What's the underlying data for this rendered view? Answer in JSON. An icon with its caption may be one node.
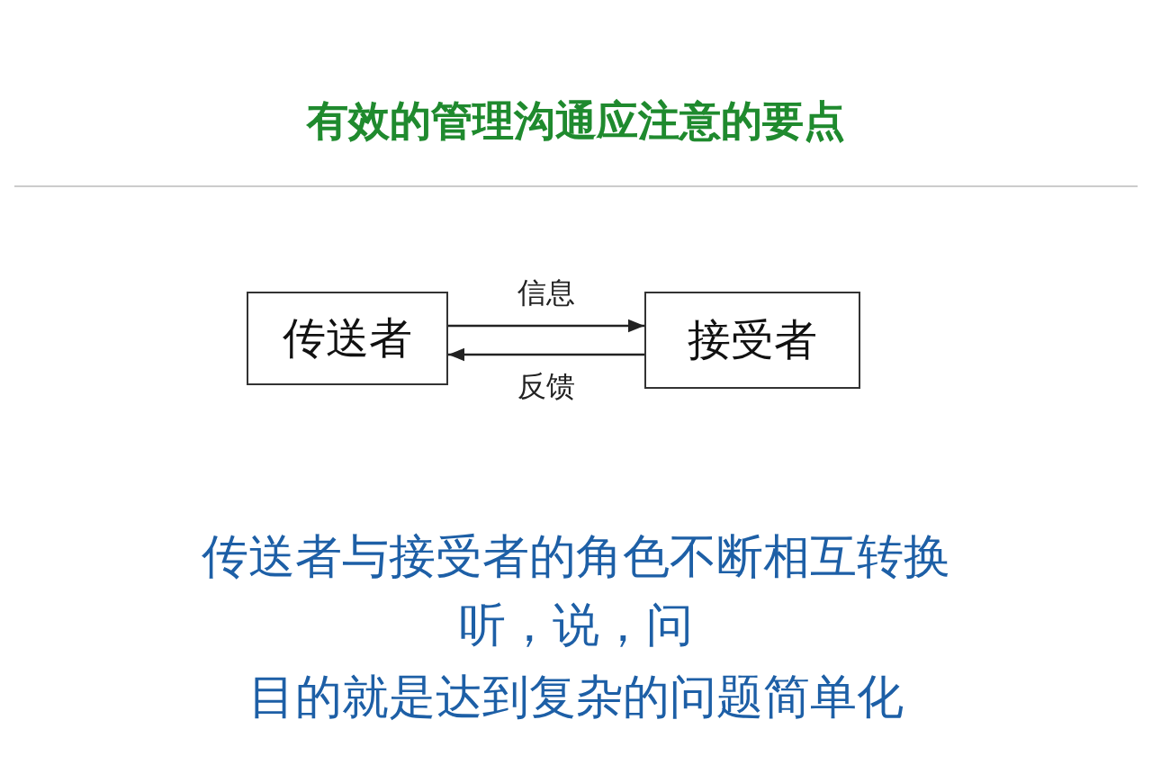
{
  "diagram": {
    "title": "有效的管理沟通应注意的要点",
    "nodes": [
      {
        "text": [
          "传送者"
        ]
      },
      {
        "text": [
          "接受者"
        ]
      }
    ],
    "edges": [
      {
        "from": 0,
        "to": 1,
        "arrow": "to",
        "label": "信息"
      },
      {
        "from": 1,
        "to": 0,
        "arrow": "to",
        "label": "反馈"
      }
    ],
    "labels": [
      "传送者与接受者的角色不断相互转换",
      "听，说，问",
      "目的就是达到复杂的问题简单化"
    ]
  }
}
